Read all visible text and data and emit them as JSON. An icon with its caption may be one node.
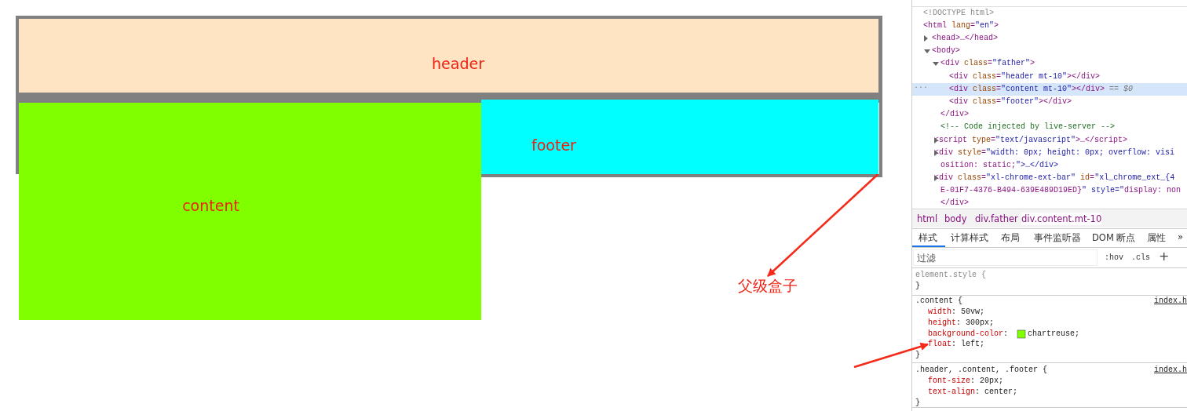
{
  "diagram": {
    "nodes": [
      {
        "text": [],
        "shape": "box"
      },
      {
        "text": [
          "header"
        ],
        "in": 0
      },
      {
        "text": [
          "footer"
        ],
        "in": 0
      },
      {
        "text": [
          "content"
        ]
      },
      {
        "text": [
          "父级盒子"
        ]
      },
      {
        "text": [
          "float: left;"
        ]
      }
    ],
    "edges": [
      {
        "from": 0,
        "to": 4,
        "arrow": "to"
      },
      {
        "from": null,
        "to": 5,
        "arrow": "to"
      }
    ],
    "labels": [
      "<!DOCTYPE html>",
      "<html lang=\"en\">",
      "<head>…</head>",
      "<body>",
      "<div class=\"father\">",
      "<div class=\"header mt-10\"></div>",
      "···",
      "<div class=\"content mt-10\"></div> == $0",
      "<div class=\"footer\"></div>",
      "</div>",
      "<!-- Code injected by live-server -->",
      "<script type=\"text/javascript\">…</script>",
      "<div style=\"width: 0px; height: 0px; overflow: visi",
      "osition: static;\">…</div>",
      "<div class=\"xl-chrome-ext-bar\" id=\"xl_chrome_ext_{4",
      "E-01F7-4376-B494-639E489D19ED}\" style=\"display: non",
      "</div>",
      "html",
      "body",
      "div.father",
      "div.content.mt-10",
      "样式",
      "计算样式",
      "布局",
      "事件监听器",
      "DOM 断点",
      "属性",
      "»",
      "过滤",
      ":hov",
      ".cls",
      "+",
      "element.style {",
      "}",
      ".content {",
      "index.h",
      "width: 50vw;",
      "height: 300px;",
      "background-color:",
      "chartreuse;",
      "}",
      ".header, .content, .footer {",
      "index.h",
      "font-size: 20px;",
      "text-align: center;",
      "}"
    ]
  }
}
